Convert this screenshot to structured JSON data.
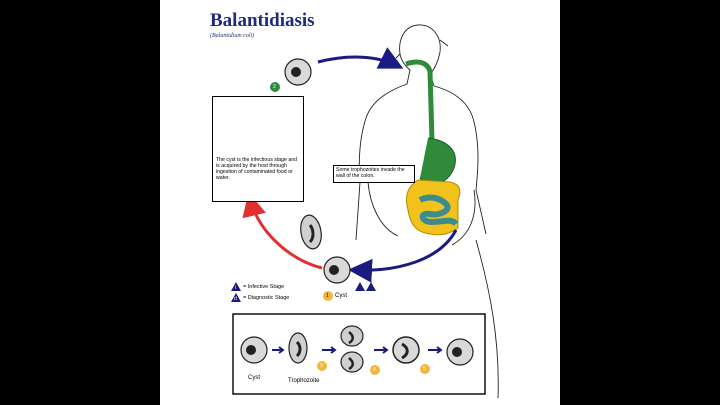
{
  "title": "Balantidiasis",
  "subtitle": "(Balantidium coli)",
  "info_box_text": "The cyst is the infectious stage and is acquired by the host through ingestion of contaminated food or water.",
  "colon_note": "Some trophozoites invade the wall of the colon.",
  "legend": {
    "infective": "= Infective Stage",
    "diagnostic": "= Diagnostic Stage",
    "i_symbol": "i",
    "d_symbol": "d"
  },
  "cyst_label": "Cyst",
  "steps": {
    "s1": "1",
    "s2": "2",
    "s3": "3",
    "s4": "4",
    "s5": "5"
  },
  "bottom": {
    "cyst": "Cyst",
    "trophozoite": "Trophozoite"
  },
  "colors": {
    "title": "#1e2a80",
    "blue_arrow": "#1a1a80",
    "red_arrow": "#e03030",
    "green_step": "#2e8b3e",
    "yellow_step": "#f3b53a",
    "gut_green": "#2f8a3a",
    "colon_yellow": "#f1c21b",
    "small_intestine_teal": "#3b8c8c"
  }
}
